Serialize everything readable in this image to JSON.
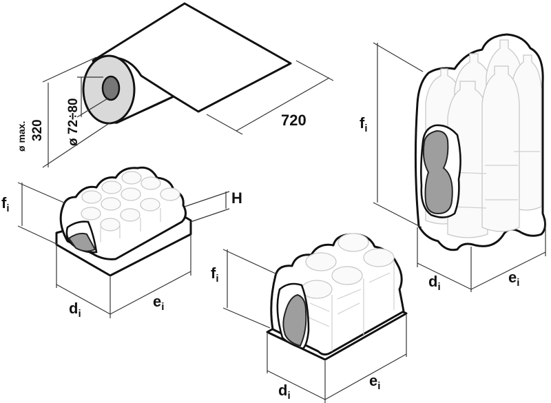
{
  "colors": {
    "ink": "#111111",
    "ghost": "#c8c8c8",
    "film_grey": "#d9d9d9",
    "product_grey": "#9e9e9e"
  },
  "roll": {
    "diameter_max_prefix": "ø max.",
    "diameter_max_value": "320",
    "core_diameter": "ø 72÷80",
    "width": "720"
  },
  "pack_cans_small": {
    "height_label": "f",
    "depth_label": "d",
    "width_label": "e",
    "subscript": "i",
    "base_height": "H"
  },
  "pack_cans_large": {
    "height_label": "f",
    "depth_label": "d",
    "width_label": "e",
    "subscript": "i"
  },
  "pack_bottles": {
    "height_label": "f",
    "depth_label": "d",
    "width_label": "e",
    "subscript": "i"
  }
}
